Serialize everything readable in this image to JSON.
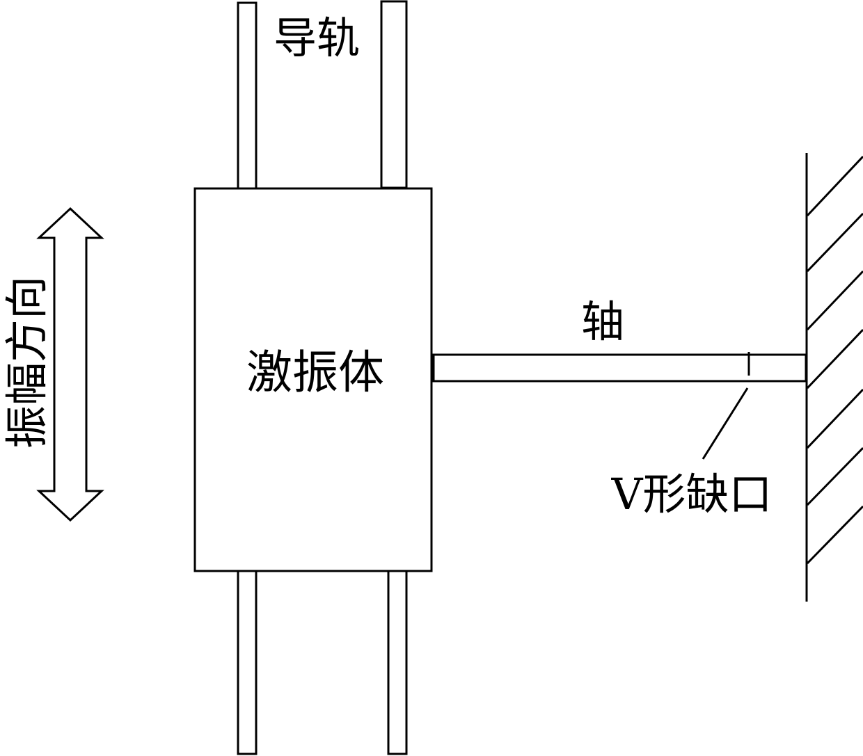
{
  "labels": {
    "guide_rail": "导轨",
    "exciter_body": "激振体",
    "shaft": "轴",
    "v_notch": "V形缺口",
    "amplitude_direction": "振幅方向"
  },
  "colors": {
    "stroke": "#000000",
    "background": "#ffffff"
  }
}
